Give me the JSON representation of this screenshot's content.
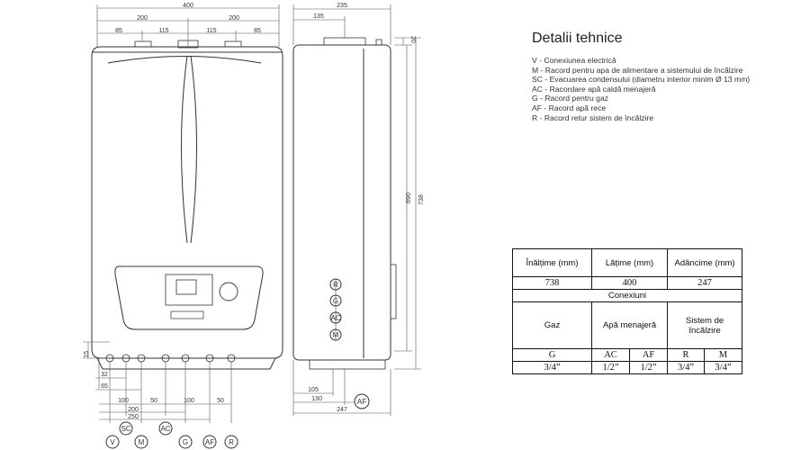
{
  "title": "Detalii tehnice",
  "legend": [
    "V - Conexiunea electrică",
    "M - Racord pentru apa de alimentare a sistemului de încălzire",
    "SC - Evacuarea condensului (diametru interior minim Ø 13 mm)",
    "AC - Racordare apă caldă menajeră",
    "G - Racord pentru gaz",
    "AF - Racord apă rece",
    "R - Racord retur sistem de încălzire"
  ],
  "specs": {
    "dim_headers": [
      "Înălțime (mm)",
      "Lățime (mm)",
      "Adâncime (mm)"
    ],
    "dim_values": [
      "738",
      "400",
      "247"
    ],
    "conn_title": "Conexiuni",
    "conn_headers": [
      "Gaz",
      "Apă menajeră",
      "Sistem de încălzire"
    ],
    "conn_codes": [
      "G",
      "AC",
      "AF",
      "R",
      "M"
    ],
    "conn_sizes": [
      "3/4”",
      "1/2”",
      "1/2”",
      "3/4”",
      "3/4”"
    ]
  },
  "front_dims": {
    "width_total": "400",
    "half_left": "200",
    "half_right": "200",
    "seg": [
      "85",
      "115",
      "115",
      "85"
    ],
    "side": [
      "15",
      "32",
      "65"
    ],
    "bottom": [
      "100",
      "50",
      "100",
      "50"
    ],
    "bottom2": "200",
    "bottom3": "250"
  },
  "side_dims": {
    "depth_top": "235",
    "offset": "135",
    "top_gap": "20",
    "height_inner": "690",
    "height_total": "738",
    "b1": "105",
    "b2": "130",
    "b3": "247"
  },
  "connectors_front": [
    "V",
    "SC",
    "M",
    "AC",
    "G",
    "AF",
    "R"
  ],
  "connectors_side": [
    "R",
    "G",
    "AC",
    "M",
    "AF"
  ]
}
